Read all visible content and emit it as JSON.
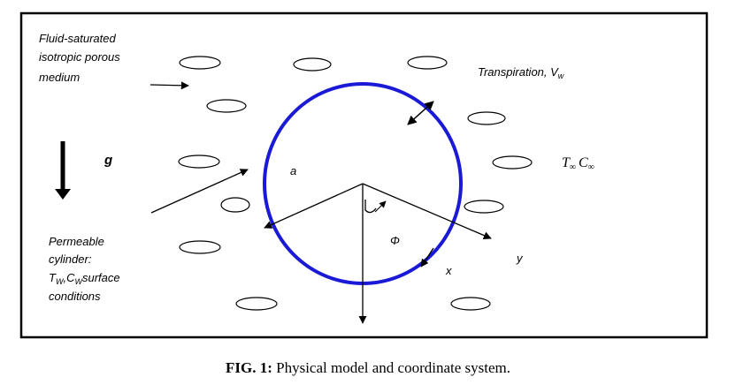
{
  "labels": {
    "medium_line1": "Fluid-saturated",
    "medium_line2": "isotropic porous",
    "medium_line3": "medium",
    "gravity": "g",
    "transpiration": "Transpiration, V",
    "transpiration_sub": "w",
    "T_inf": "T",
    "C_inf": "C",
    "inf_sub": "∞",
    "radius": "a",
    "phi": "Φ",
    "x_axis": "x",
    "y_axis": "y",
    "cylinder_line1": "Permeable",
    "cylinder_line2": "cylinder:",
    "cylinder_T": "T",
    "cylinder_C": "C",
    "cylinder_sub": "W",
    "cylinder_rest": "surface",
    "cylinder_line4": "conditions"
  },
  "caption": {
    "label": "FIG. 1:",
    "text": " Physical model and coordinate system."
  },
  "colors": {
    "cylinder": "#1a1ad6",
    "ink": "#000000"
  }
}
